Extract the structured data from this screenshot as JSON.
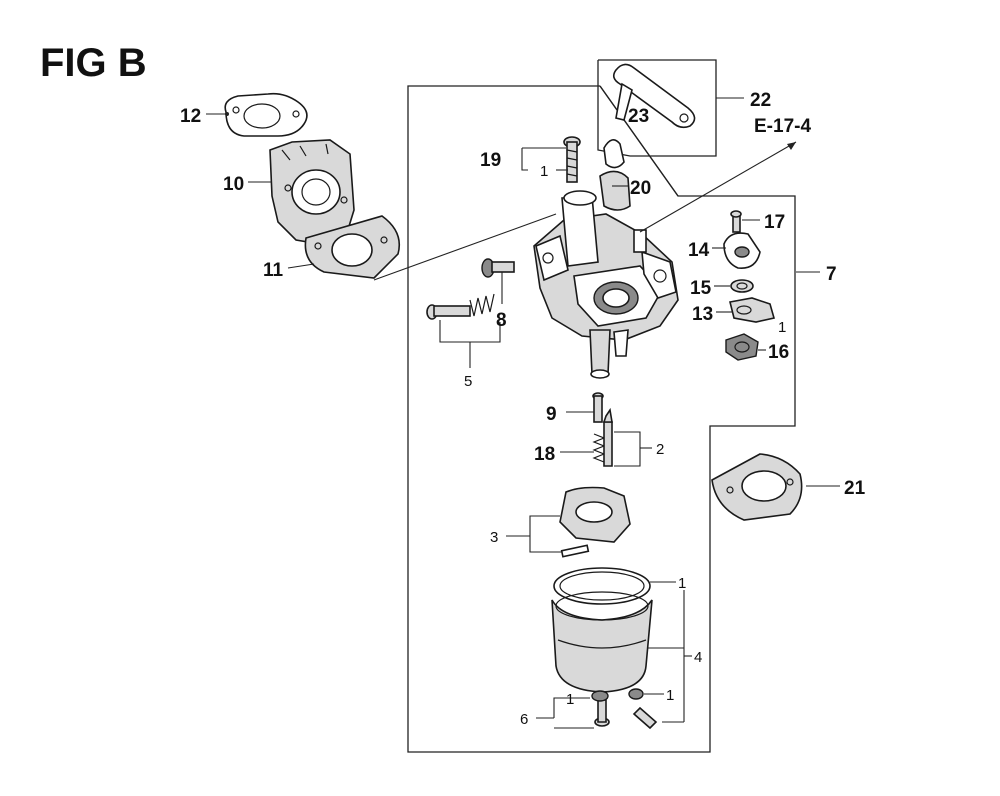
{
  "figure": {
    "title": "FIG B",
    "reference": "E-17-4"
  },
  "callouts": [
    {
      "id": "12",
      "text": "12"
    },
    {
      "id": "10",
      "text": "10"
    },
    {
      "id": "11",
      "text": "11"
    },
    {
      "id": "19",
      "text": "19"
    },
    {
      "id": "19-qty",
      "text": "1"
    },
    {
      "id": "20",
      "text": "20"
    },
    {
      "id": "22",
      "text": "22"
    },
    {
      "id": "23",
      "text": "23"
    },
    {
      "id": "17",
      "text": "17"
    },
    {
      "id": "14",
      "text": "14"
    },
    {
      "id": "7",
      "text": "7"
    },
    {
      "id": "15",
      "text": "15"
    },
    {
      "id": "13",
      "text": "13"
    },
    {
      "id": "13-qty",
      "text": "1"
    },
    {
      "id": "16",
      "text": "16"
    },
    {
      "id": "8",
      "text": "8"
    },
    {
      "id": "5",
      "text": "5"
    },
    {
      "id": "9",
      "text": "9"
    },
    {
      "id": "18",
      "text": "18"
    },
    {
      "id": "2",
      "text": "2"
    },
    {
      "id": "21",
      "text": "21"
    },
    {
      "id": "3",
      "text": "3"
    },
    {
      "id": "4-qty-top",
      "text": "1"
    },
    {
      "id": "4",
      "text": "4"
    },
    {
      "id": "4-qty-bottom",
      "text": "1"
    },
    {
      "id": "6",
      "text": "6"
    },
    {
      "id": "6-qty",
      "text": "1"
    }
  ]
}
